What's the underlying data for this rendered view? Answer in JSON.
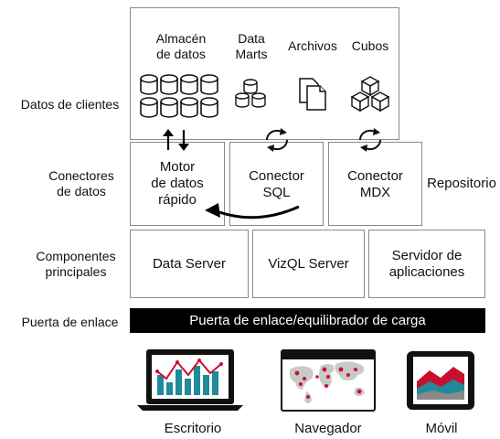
{
  "rows": {
    "data": "Datos de clientes",
    "connectors": "Conectores\nde datos",
    "components": "Componentes\nprincipales",
    "gateway": "Puerta de enlace"
  },
  "data_tier": {
    "warehouse": "Almacén\nde datos",
    "marts": "Data\nMarts",
    "files": "Archivos",
    "cubes": "Cubos"
  },
  "connectors": {
    "fast_engine": "Motor\nde datos\nrápido",
    "sql": "Conector\nSQL",
    "mdx": "Conector\nMDX",
    "repository": "Repositorio"
  },
  "components": {
    "data_server": "Data Server",
    "vizql_server": "VizQL Server",
    "app_server": "Servidor de\naplicaciones"
  },
  "gateway_bar": "Puerta de enlace/equilibrador de carga",
  "devices": {
    "desktop": "Escritorio",
    "browser": "Navegador",
    "mobile": "Móvil"
  },
  "colors": {
    "accent_red": "#c8102e",
    "accent_teal": "#1f8a9a",
    "bar_black": "#000000"
  }
}
